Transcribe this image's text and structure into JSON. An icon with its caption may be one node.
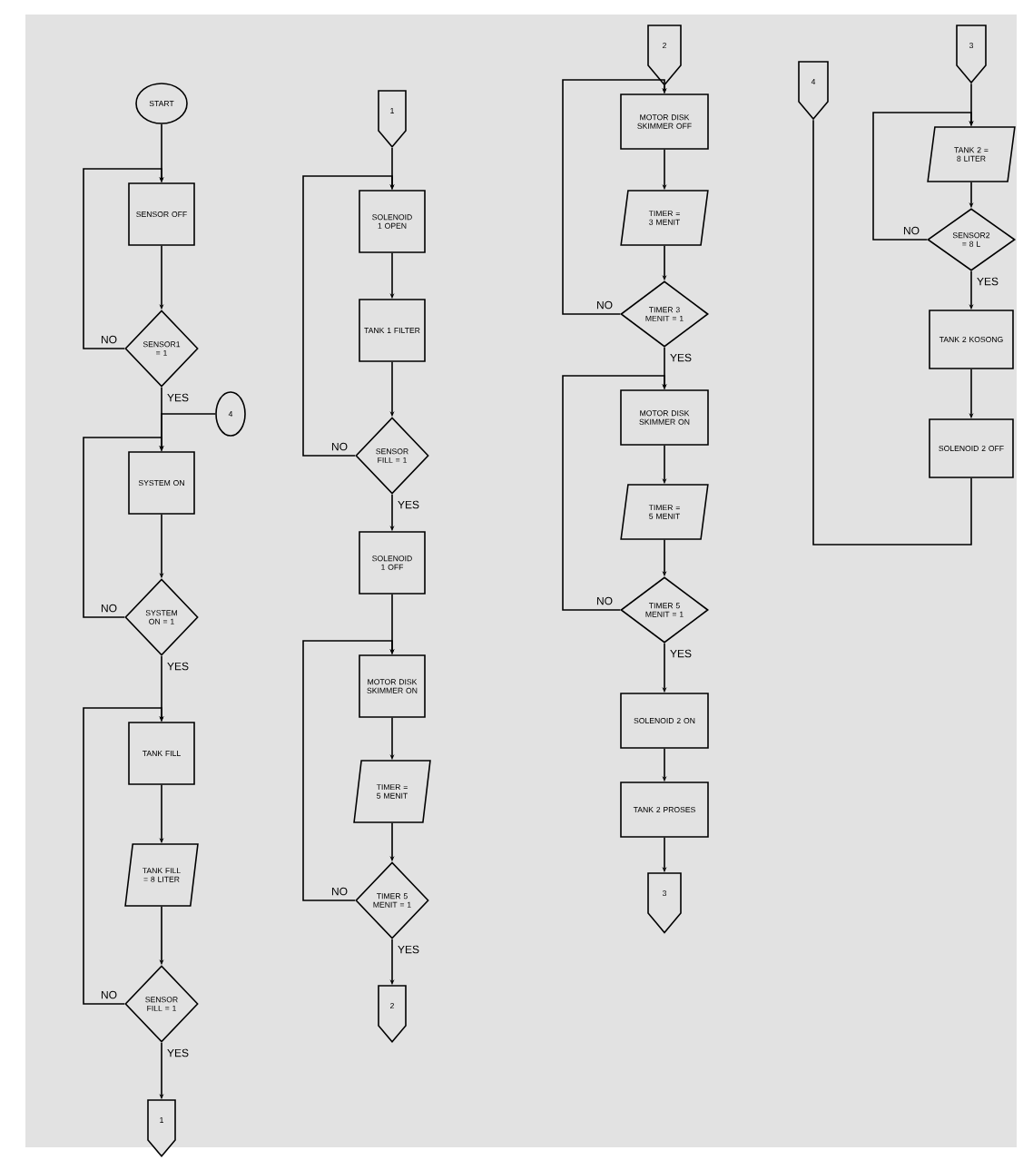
{
  "diagram": {
    "nodes": [
      {
        "text": [
          "START"
        ]
      },
      {
        "text": [
          "SENSOR OFF"
        ]
      },
      {
        "text": [
          "SENSOR1 = 1"
        ]
      },
      {
        "text": [
          "4"
        ]
      },
      {
        "text": [
          "SYSTEM ON"
        ]
      },
      {
        "text": [
          "SYSTEM ON = 1"
        ]
      },
      {
        "text": [
          "TANK FILL"
        ]
      },
      {
        "text": [
          "TANK FILL = 8 LITER"
        ]
      },
      {
        "text": [
          "SENSOR FILL = 1"
        ]
      },
      {
        "text": [
          "1"
        ]
      },
      {
        "text": [
          "1"
        ]
      },
      {
        "text": [
          "SOLENOID 1 OPEN"
        ]
      },
      {
        "text": [
          "TANK 1 FILTER"
        ]
      },
      {
        "text": [
          "SENSOR FILL = 1"
        ]
      },
      {
        "text": [
          "SOLENOID 1 OFF"
        ]
      },
      {
        "text": [
          "MOTOR DISK SKIMMER ON"
        ]
      },
      {
        "text": [
          "TIMER = 5 MENIT"
        ]
      },
      {
        "text": [
          "TIMER 5 MENIT = 1"
        ]
      },
      {
        "text": [
          "2"
        ]
      },
      {
        "text": [
          "2"
        ]
      },
      {
        "text": [
          "MOTOR DISK SKIMMER OFF"
        ]
      },
      {
        "text": [
          "TIMER = 3 MENIT"
        ]
      },
      {
        "text": [
          "TIMER 3 MENIT = 1"
        ]
      },
      {
        "text": [
          "MOTOR DISK SKIMMER ON"
        ]
      },
      {
        "text": [
          "TIMER = 5 MENIT"
        ]
      },
      {
        "text": [
          "TIMER 5 MENIT = 1"
        ]
      },
      {
        "text": [
          "SOLENOID 2 ON"
        ]
      },
      {
        "text": [
          "TANK 2 PROSES"
        ]
      },
      {
        "text": [
          "3"
        ]
      },
      {
        "text": [
          "4"
        ]
      },
      {
        "text": [
          "3"
        ]
      },
      {
        "text": [
          "TANK 2 = 8 LITER"
        ]
      },
      {
        "text": [
          "SENSOR2 = 8 L"
        ]
      },
      {
        "text": [
          "TANK 2 KOSONG"
        ]
      },
      {
        "text": [
          "SOLENOID 2 OFF"
        ]
      }
    ],
    "edges": [
      {
        "from": 0,
        "to": 1,
        "arrow": "to"
      },
      {
        "from": 1,
        "to": 2,
        "arrow": "to"
      },
      {
        "from": 2,
        "to": 1,
        "arrow": "to",
        "label": "NO"
      },
      {
        "from": 2,
        "to": 4,
        "arrow": "to",
        "label": "YES"
      },
      {
        "from": 3,
        "to": 4,
        "arrow": "to"
      },
      {
        "from": 4,
        "to": 5,
        "arrow": "to"
      },
      {
        "from": 5,
        "to": 4,
        "arrow": "to",
        "label": "NO"
      },
      {
        "from": 5,
        "to": 6,
        "arrow": "to",
        "label": "YES"
      },
      {
        "from": 6,
        "to": 7,
        "arrow": "to"
      },
      {
        "from": 7,
        "to": 8,
        "arrow": "to"
      },
      {
        "from": 8,
        "to": 6,
        "arrow": "to",
        "label": "NO"
      },
      {
        "from": 8,
        "to": 9,
        "arrow": "to",
        "label": "YES"
      },
      {
        "from": 10,
        "to": 11,
        "arrow": "to"
      },
      {
        "from": 11,
        "to": 12,
        "arrow": "to"
      },
      {
        "from": 12,
        "to": 13,
        "arrow": "to"
      },
      {
        "from": 13,
        "to": 11,
        "arrow": "to",
        "label": "NO"
      },
      {
        "from": 13,
        "to": 14,
        "arrow": "to",
        "label": "YES"
      },
      {
        "from": 14,
        "to": 15,
        "arrow": "to"
      },
      {
        "from": 15,
        "to": 16,
        "arrow": "to"
      },
      {
        "from": 16,
        "to": 17,
        "arrow": "to"
      },
      {
        "from": 17,
        "to": 15,
        "arrow": "to",
        "label": "NO"
      },
      {
        "from": 17,
        "to": 18,
        "arrow": "to",
        "label": "YES"
      },
      {
        "from": 19,
        "to": 20,
        "arrow": "to"
      },
      {
        "from": 20,
        "to": 21,
        "arrow": "to"
      },
      {
        "from": 21,
        "to": 22,
        "arrow": "to"
      },
      {
        "from": 22,
        "to": 20,
        "arrow": "to",
        "label": "NO"
      },
      {
        "from": 22,
        "to": 23,
        "arrow": "to",
        "label": "YES"
      },
      {
        "from": 23,
        "to": 24,
        "arrow": "to"
      },
      {
        "from": 24,
        "to": 25,
        "arrow": "to"
      },
      {
        "from": 25,
        "to": 23,
        "arrow": "to",
        "label": "NO"
      },
      {
        "from": 25,
        "to": 26,
        "arrow": "to",
        "label": "YES"
      },
      {
        "from": 26,
        "to": 27,
        "arrow": "to"
      },
      {
        "from": 27,
        "to": 28,
        "arrow": "to"
      },
      {
        "from": 30,
        "to": 31,
        "arrow": "to"
      },
      {
        "from": 31,
        "to": 32,
        "arrow": "to"
      },
      {
        "from": 32,
        "to": 31,
        "arrow": "to",
        "label": "NO"
      },
      {
        "from": 32,
        "to": 33,
        "arrow": "to",
        "label": "YES"
      },
      {
        "from": 33,
        "to": 34,
        "arrow": "to"
      },
      {
        "from": 34,
        "to": 29,
        "arrow": "none"
      }
    ]
  }
}
